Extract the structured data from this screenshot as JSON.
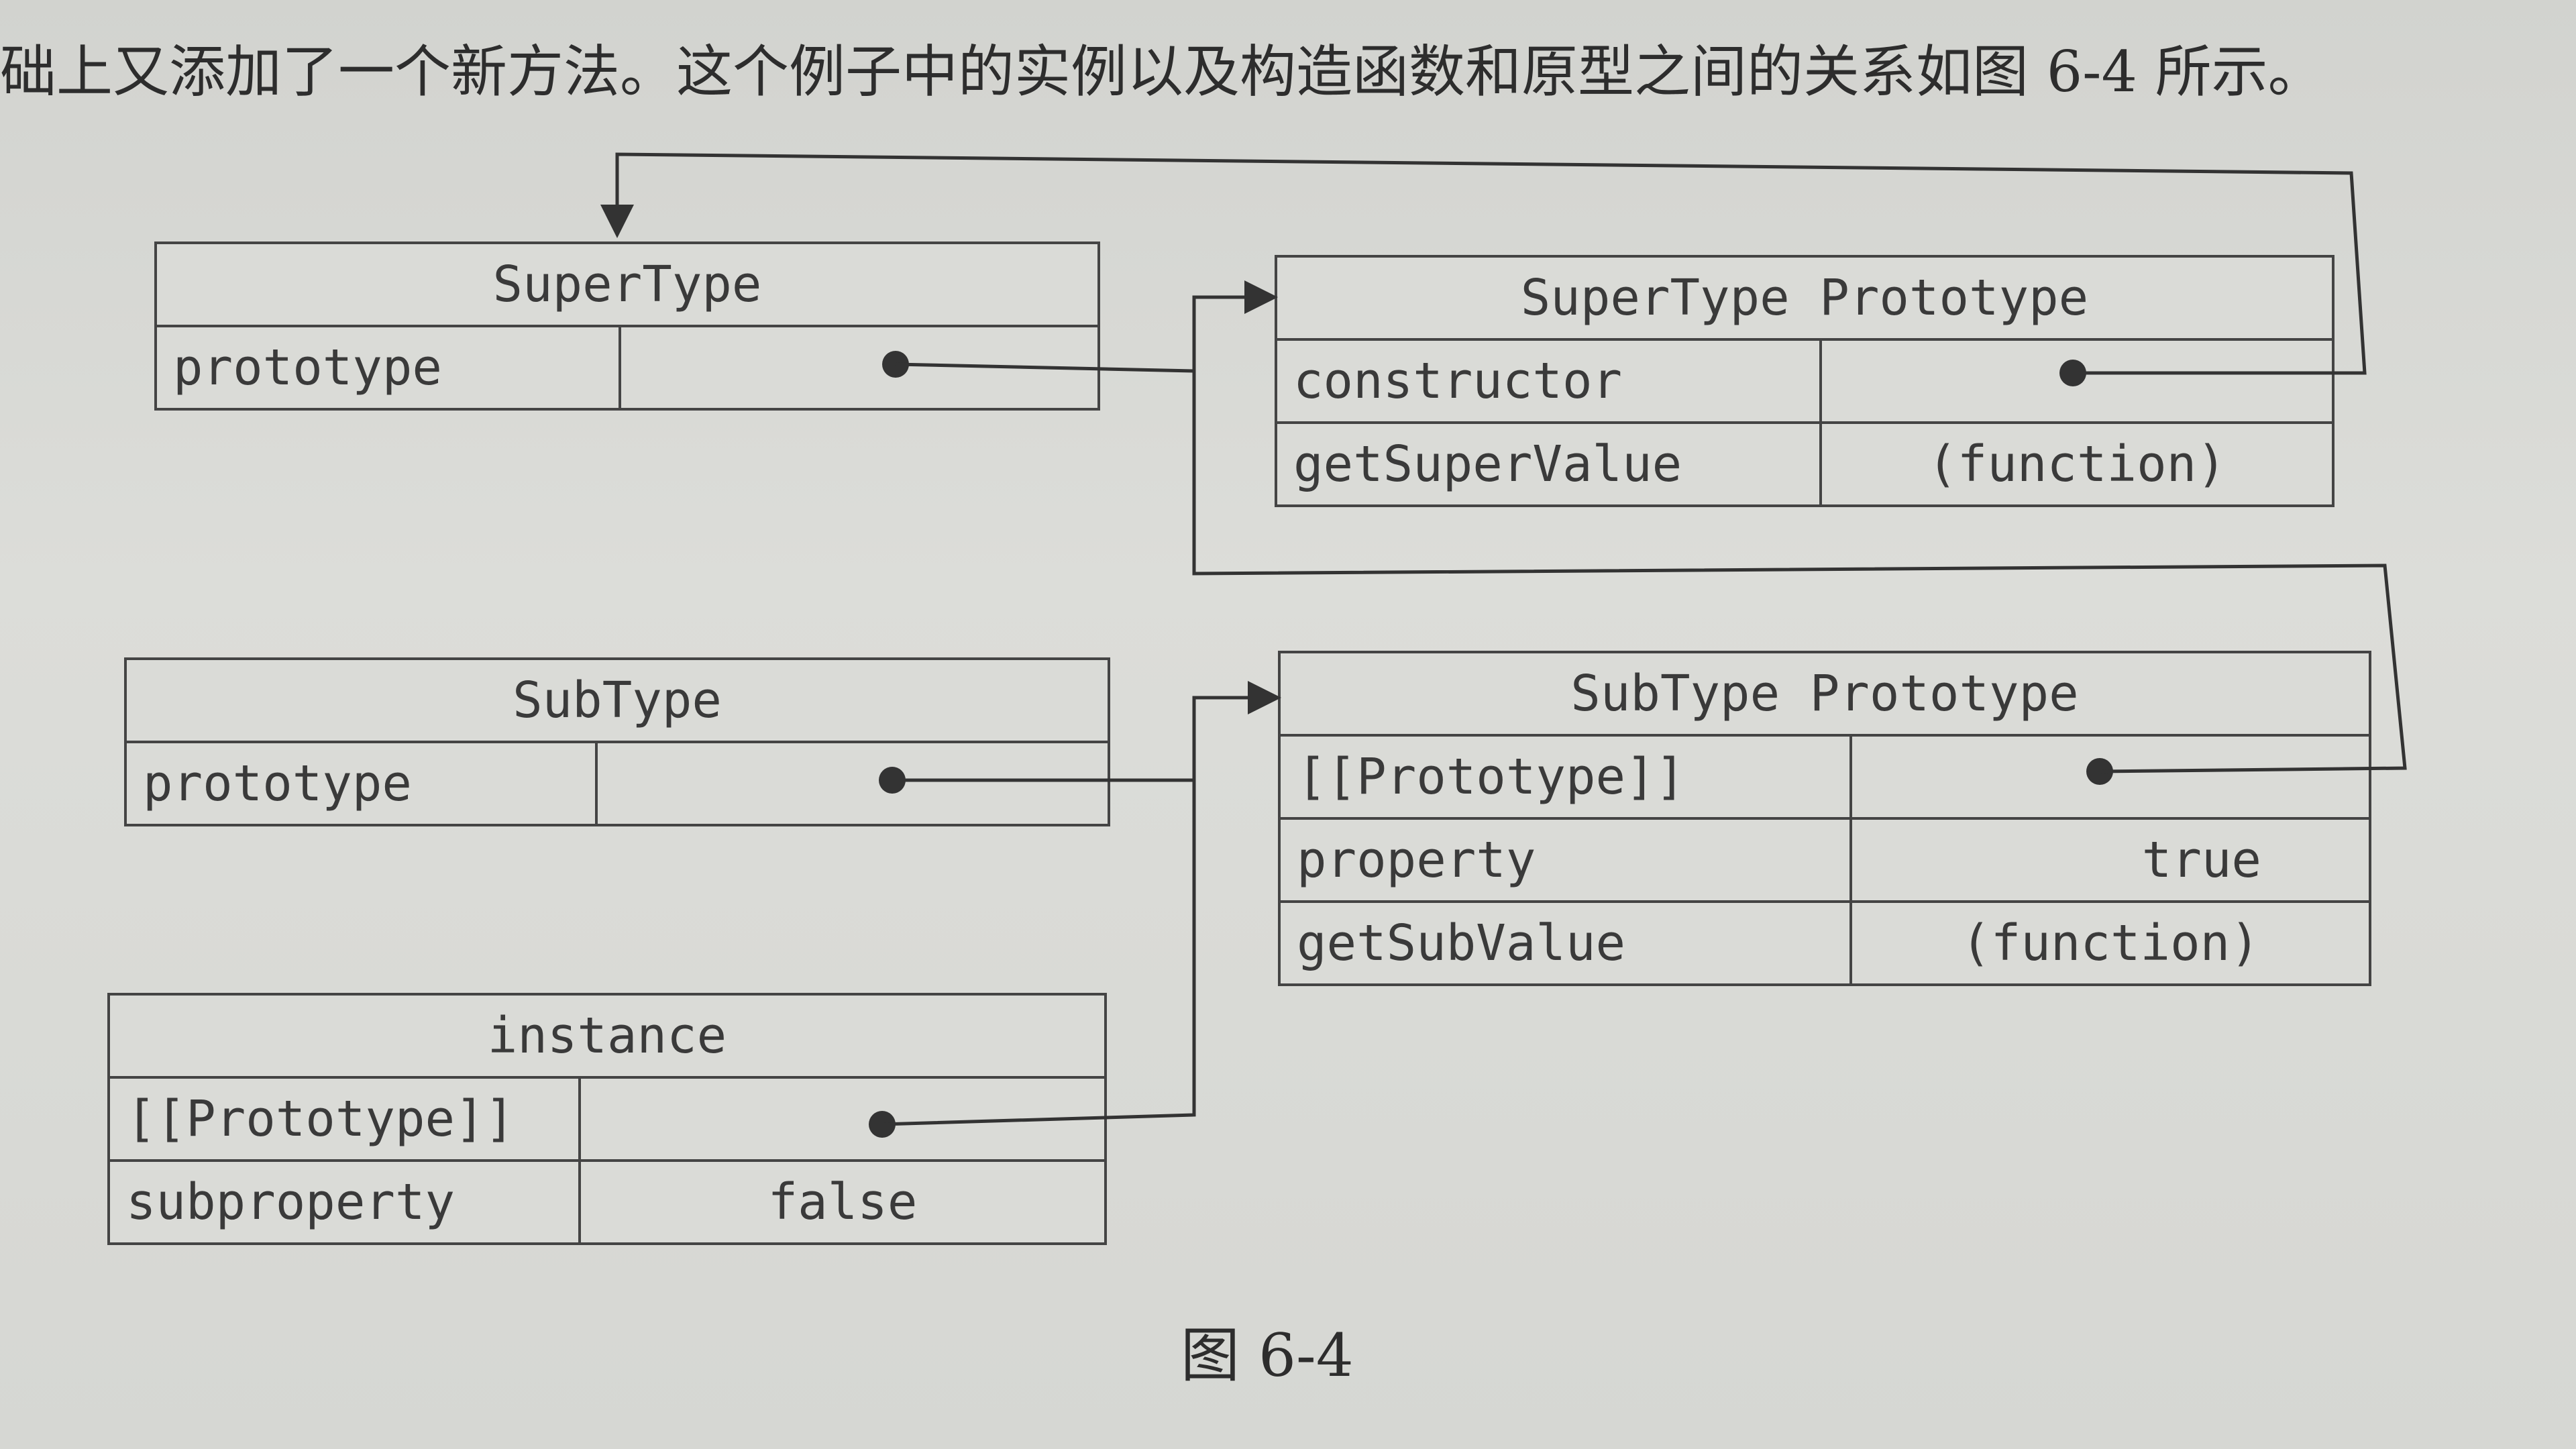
{
  "intro_text": "础上又添加了一个新方法。这个例子中的实例以及构造函数和原型之间的关系如图 6-4 所示。",
  "caption": "图    6-4",
  "boxes": {
    "supertype": {
      "title": "SuperType",
      "rows": [
        {
          "key": "prototype",
          "value": ""
        }
      ]
    },
    "supertype_prototype": {
      "title": "SuperType Prototype",
      "rows": [
        {
          "key": "constructor",
          "value": ""
        },
        {
          "key": "getSuperValue",
          "value": "(function)"
        }
      ]
    },
    "subtype": {
      "title": "SubType",
      "rows": [
        {
          "key": "prototype",
          "value": ""
        }
      ]
    },
    "subtype_prototype": {
      "title": "SubType Prototype",
      "rows": [
        {
          "key": "[[Prototype]]",
          "value": ""
        },
        {
          "key": "property",
          "value": "true"
        },
        {
          "key": "getSubValue",
          "value": "(function)"
        }
      ]
    },
    "instance": {
      "title": "instance",
      "rows": [
        {
          "key": "[[Prototype]]",
          "value": ""
        },
        {
          "key": "subproperty",
          "value": "false"
        }
      ]
    }
  }
}
